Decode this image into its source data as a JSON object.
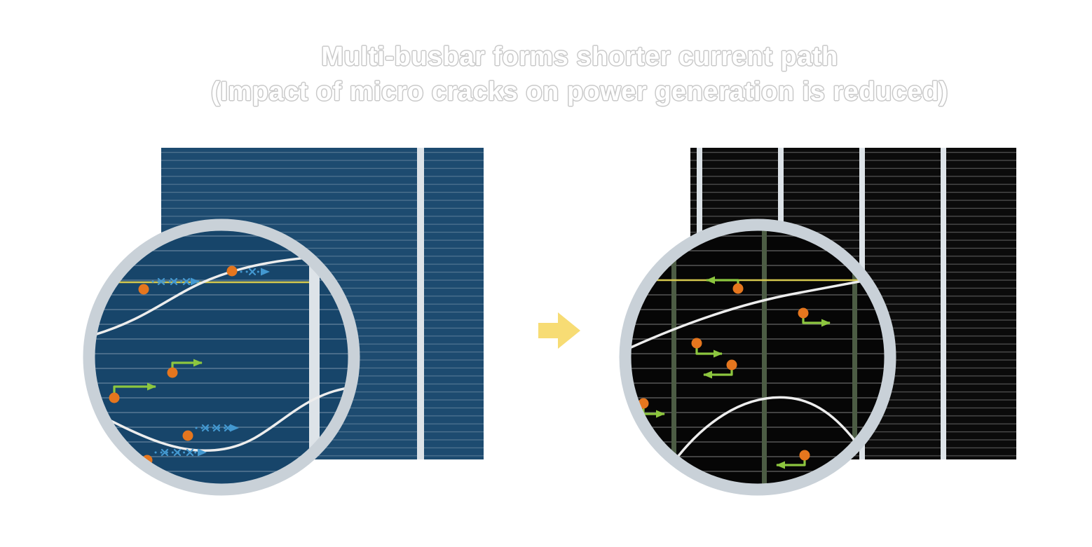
{
  "title": {
    "line1": "Multi-busbar forms shorter current path",
    "line2": "(Impact of micro cracks on power generation is reduced)"
  },
  "diagram": {
    "icons": {
      "left_magnifier": "magnifier-circle-icon",
      "right_magnifier": "magnifier-circle-icon",
      "transition": "right-arrow-icon",
      "electron": "electron-dot",
      "crack": "micro-crack-line",
      "current_ok": "current-path-arrow",
      "current_blocked": "blocked-current-dotted-arrow"
    }
  },
  "colors": {
    "background": "#ffffff",
    "title_text": "#ffffff",
    "title_outline": "#c9c9c9",
    "cell_left": "#1d4b70",
    "cell_left_zoom": "#17456a",
    "cell_right": "#0b0b0b",
    "cell_right_zoom": "#060606",
    "busbar_light": "#dde3e8",
    "busbar_zoom_right": "#4c5c44",
    "magnifier_ring": "#c9d1d8",
    "crack_line": "#ededed",
    "electron_dot": "#e5761e",
    "current_ok_arrow": "#8dc63f",
    "current_blocked_arrow": "#4398d0",
    "highlight_finger": "#d5c84e",
    "transition_arrow": "#f7dc74"
  }
}
